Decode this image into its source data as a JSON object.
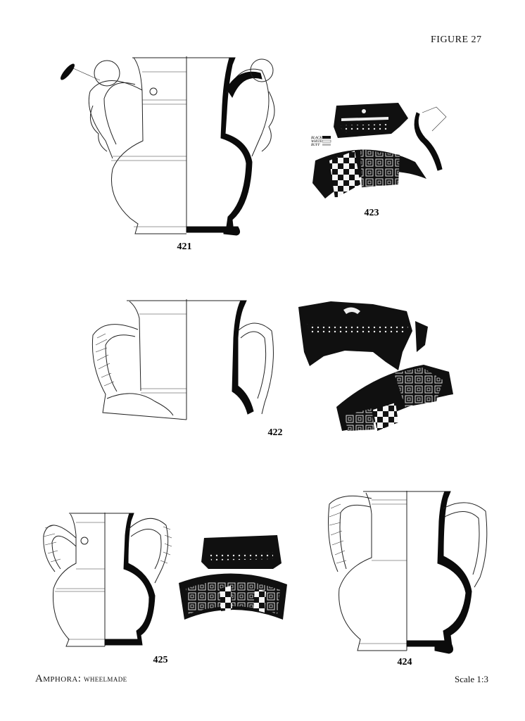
{
  "figure_label": "FIGURE 27",
  "catalog": {
    "n421": "421",
    "n422": "422",
    "n423": "423",
    "n424": "424",
    "n425": "425"
  },
  "legend_423": {
    "black": "BLACK",
    "white": "WHITE",
    "buff": "BUFF"
  },
  "caption": {
    "category": "Amphora:",
    "subcategory": "wheelmade"
  },
  "scale": "Scale 1:3",
  "colors": {
    "ink": "#0b0b0b",
    "paper": "#ffffff"
  }
}
